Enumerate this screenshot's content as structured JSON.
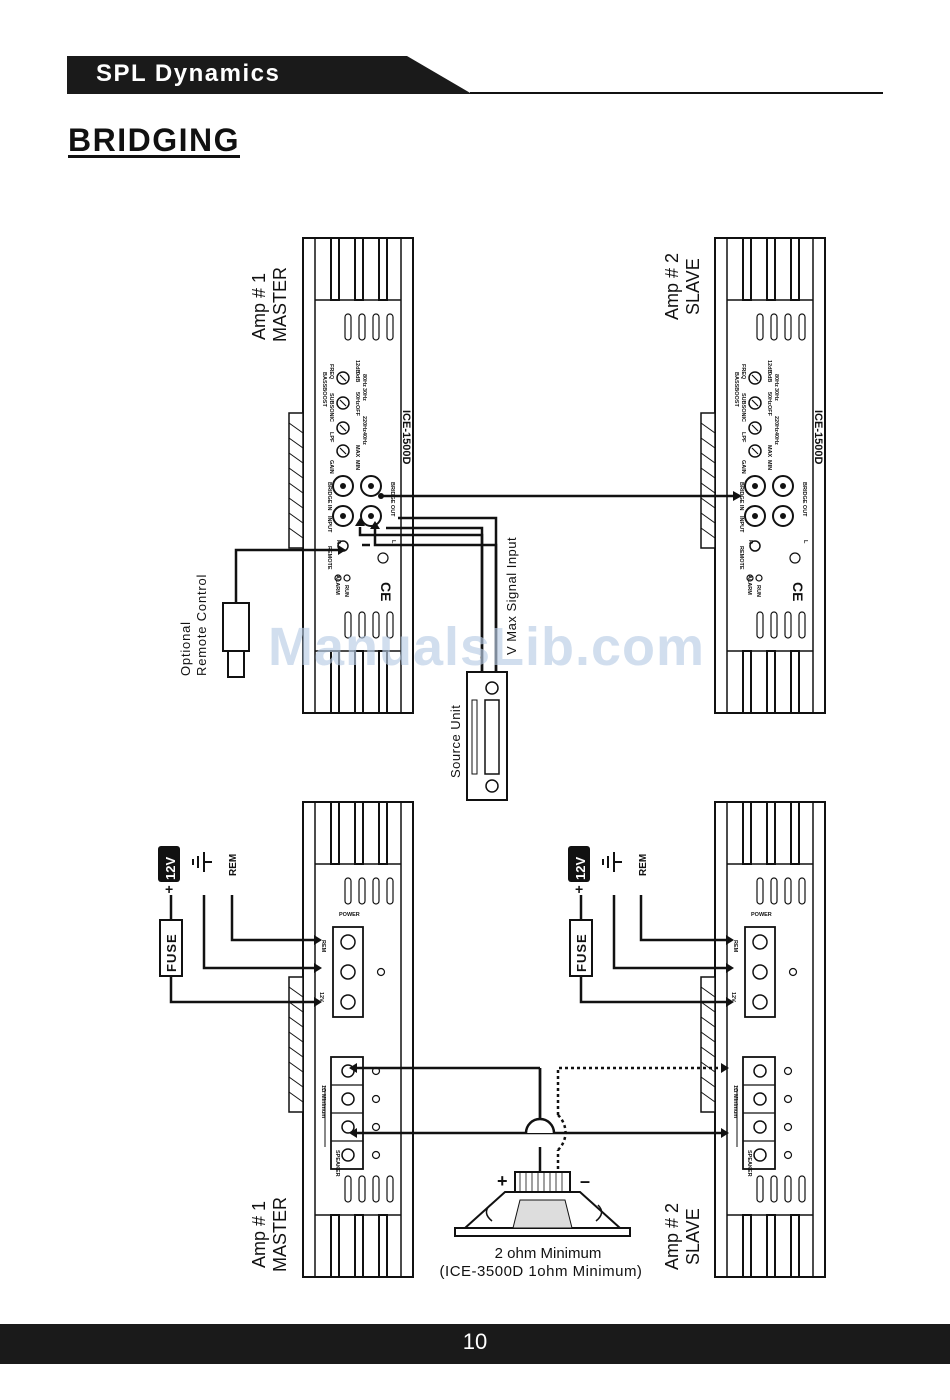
{
  "header": {
    "brand": "SPL Dynamics"
  },
  "page": {
    "title": "BRIDGING",
    "number": "10"
  },
  "watermark": "ManualsLib.com",
  "amps": {
    "master_label_line1": "Amp # 1",
    "master_label_line2": "MASTER",
    "slave_label_line1": "Amp # 2",
    "slave_label_line2": "SLAVE",
    "model": "ICE-1500D"
  },
  "control_panel": {
    "gain": "GAIN",
    "lpf": "LPF",
    "subsonic": "SUBSONIC",
    "freq": "FREQ",
    "bassboost": "BASSBOOST",
    "min": "MIN",
    "max": "MAX",
    "hz40": "40Hz",
    "hz220": "220Hz",
    "off": "OFF",
    "hz50": "50Hz",
    "hz30": "30Hz",
    "hz80": "80Hz",
    "db0": "0dB",
    "db12": "12dB",
    "bridge_in": "BRIDGE IN",
    "bridge_out": "BRIDGE OUT",
    "input": "INPUT",
    "remote": "REMOTE",
    "alarm": "ALARM",
    "run": "RUN",
    "r": "R",
    "l": "L",
    "ce": "CE"
  },
  "power_panel": {
    "power": "POWER",
    "rem": "REM",
    "v12": "12V",
    "speaker": "SPEAKER",
    "minimum": "1Ω Minimum"
  },
  "wiring": {
    "fuse": "FUSE",
    "battery": "12V",
    "rem": "REM",
    "plus": "+",
    "minus": "–"
  },
  "labels": {
    "optional_line1": "Optional",
    "optional_line2": "Remote Control",
    "source_unit": "Source Unit",
    "signal_input": "V Max Signal Input",
    "ohm_min": "2 ohm Minimum",
    "ohm_min_alt": "(ICE-3500D 1ohm Minimum)"
  }
}
